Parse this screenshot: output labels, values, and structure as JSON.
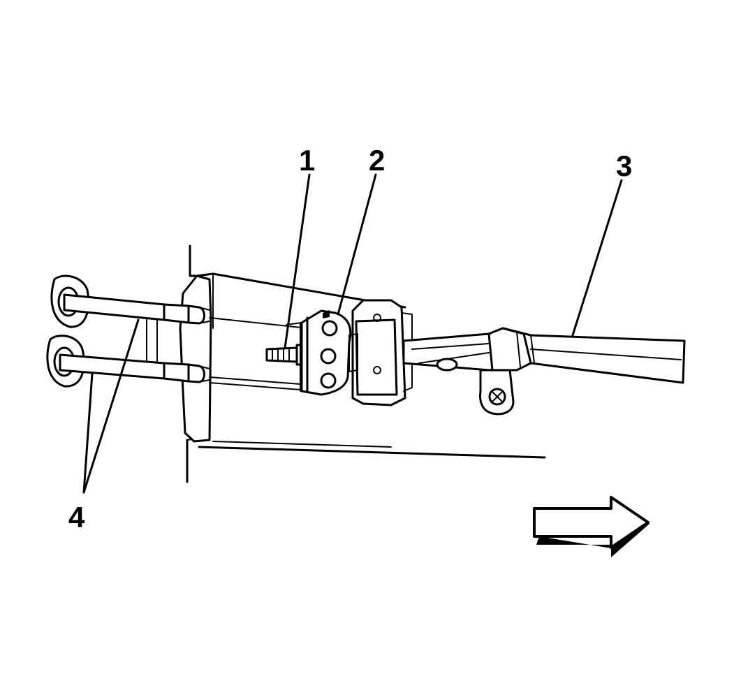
{
  "callouts": {
    "c1": "1",
    "c2": "2",
    "c3": "3",
    "c4": "4"
  },
  "colors": {
    "line": "#000000",
    "background": "#ffffff"
  },
  "icons": {
    "direction_arrow": "arrow-right-icon"
  }
}
